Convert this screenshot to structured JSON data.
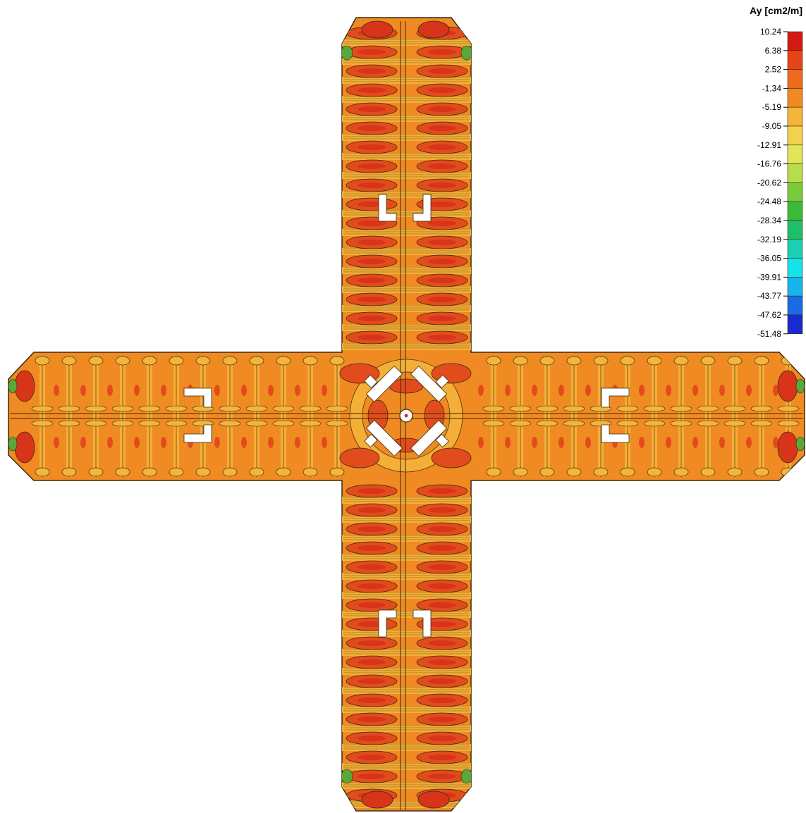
{
  "legend": {
    "title": "Ay [cm2/m]",
    "levels": [
      {
        "value": "10.24",
        "color": "#d41a12"
      },
      {
        "value": "6.38",
        "color": "#e8441a"
      },
      {
        "value": "2.52",
        "color": "#ed6a1e"
      },
      {
        "value": "-1.34",
        "color": "#f08a22"
      },
      {
        "value": "-5.19",
        "color": "#f5b43a"
      },
      {
        "value": "-9.05",
        "color": "#f2d24c"
      },
      {
        "value": "-12.91",
        "color": "#e2e55a"
      },
      {
        "value": "-16.76",
        "color": "#b6de4a"
      },
      {
        "value": "-20.62",
        "color": "#78cc3c"
      },
      {
        "value": "-24.48",
        "color": "#3cba3a"
      },
      {
        "value": "-28.34",
        "color": "#1fbe6a"
      },
      {
        "value": "-32.19",
        "color": "#1ccfb4"
      },
      {
        "value": "-36.05",
        "color": "#16e2ee"
      },
      {
        "value": "-39.91",
        "color": "#18b4ee"
      },
      {
        "value": "-43.77",
        "color": "#1a6ae6"
      },
      {
        "value": "-47.62",
        "color": "#1a2ad2"
      },
      {
        "value": "-51.48",
        "color": "#3a0fb0"
      }
    ]
  },
  "colors": {
    "base": "#f08a22",
    "hot": "#e24c1c",
    "hotter": "#d8341a",
    "warm": "#f5b43a",
    "cool": "#5aa83a",
    "outline": "#3a2a10",
    "opening": "#ffffff"
  }
}
